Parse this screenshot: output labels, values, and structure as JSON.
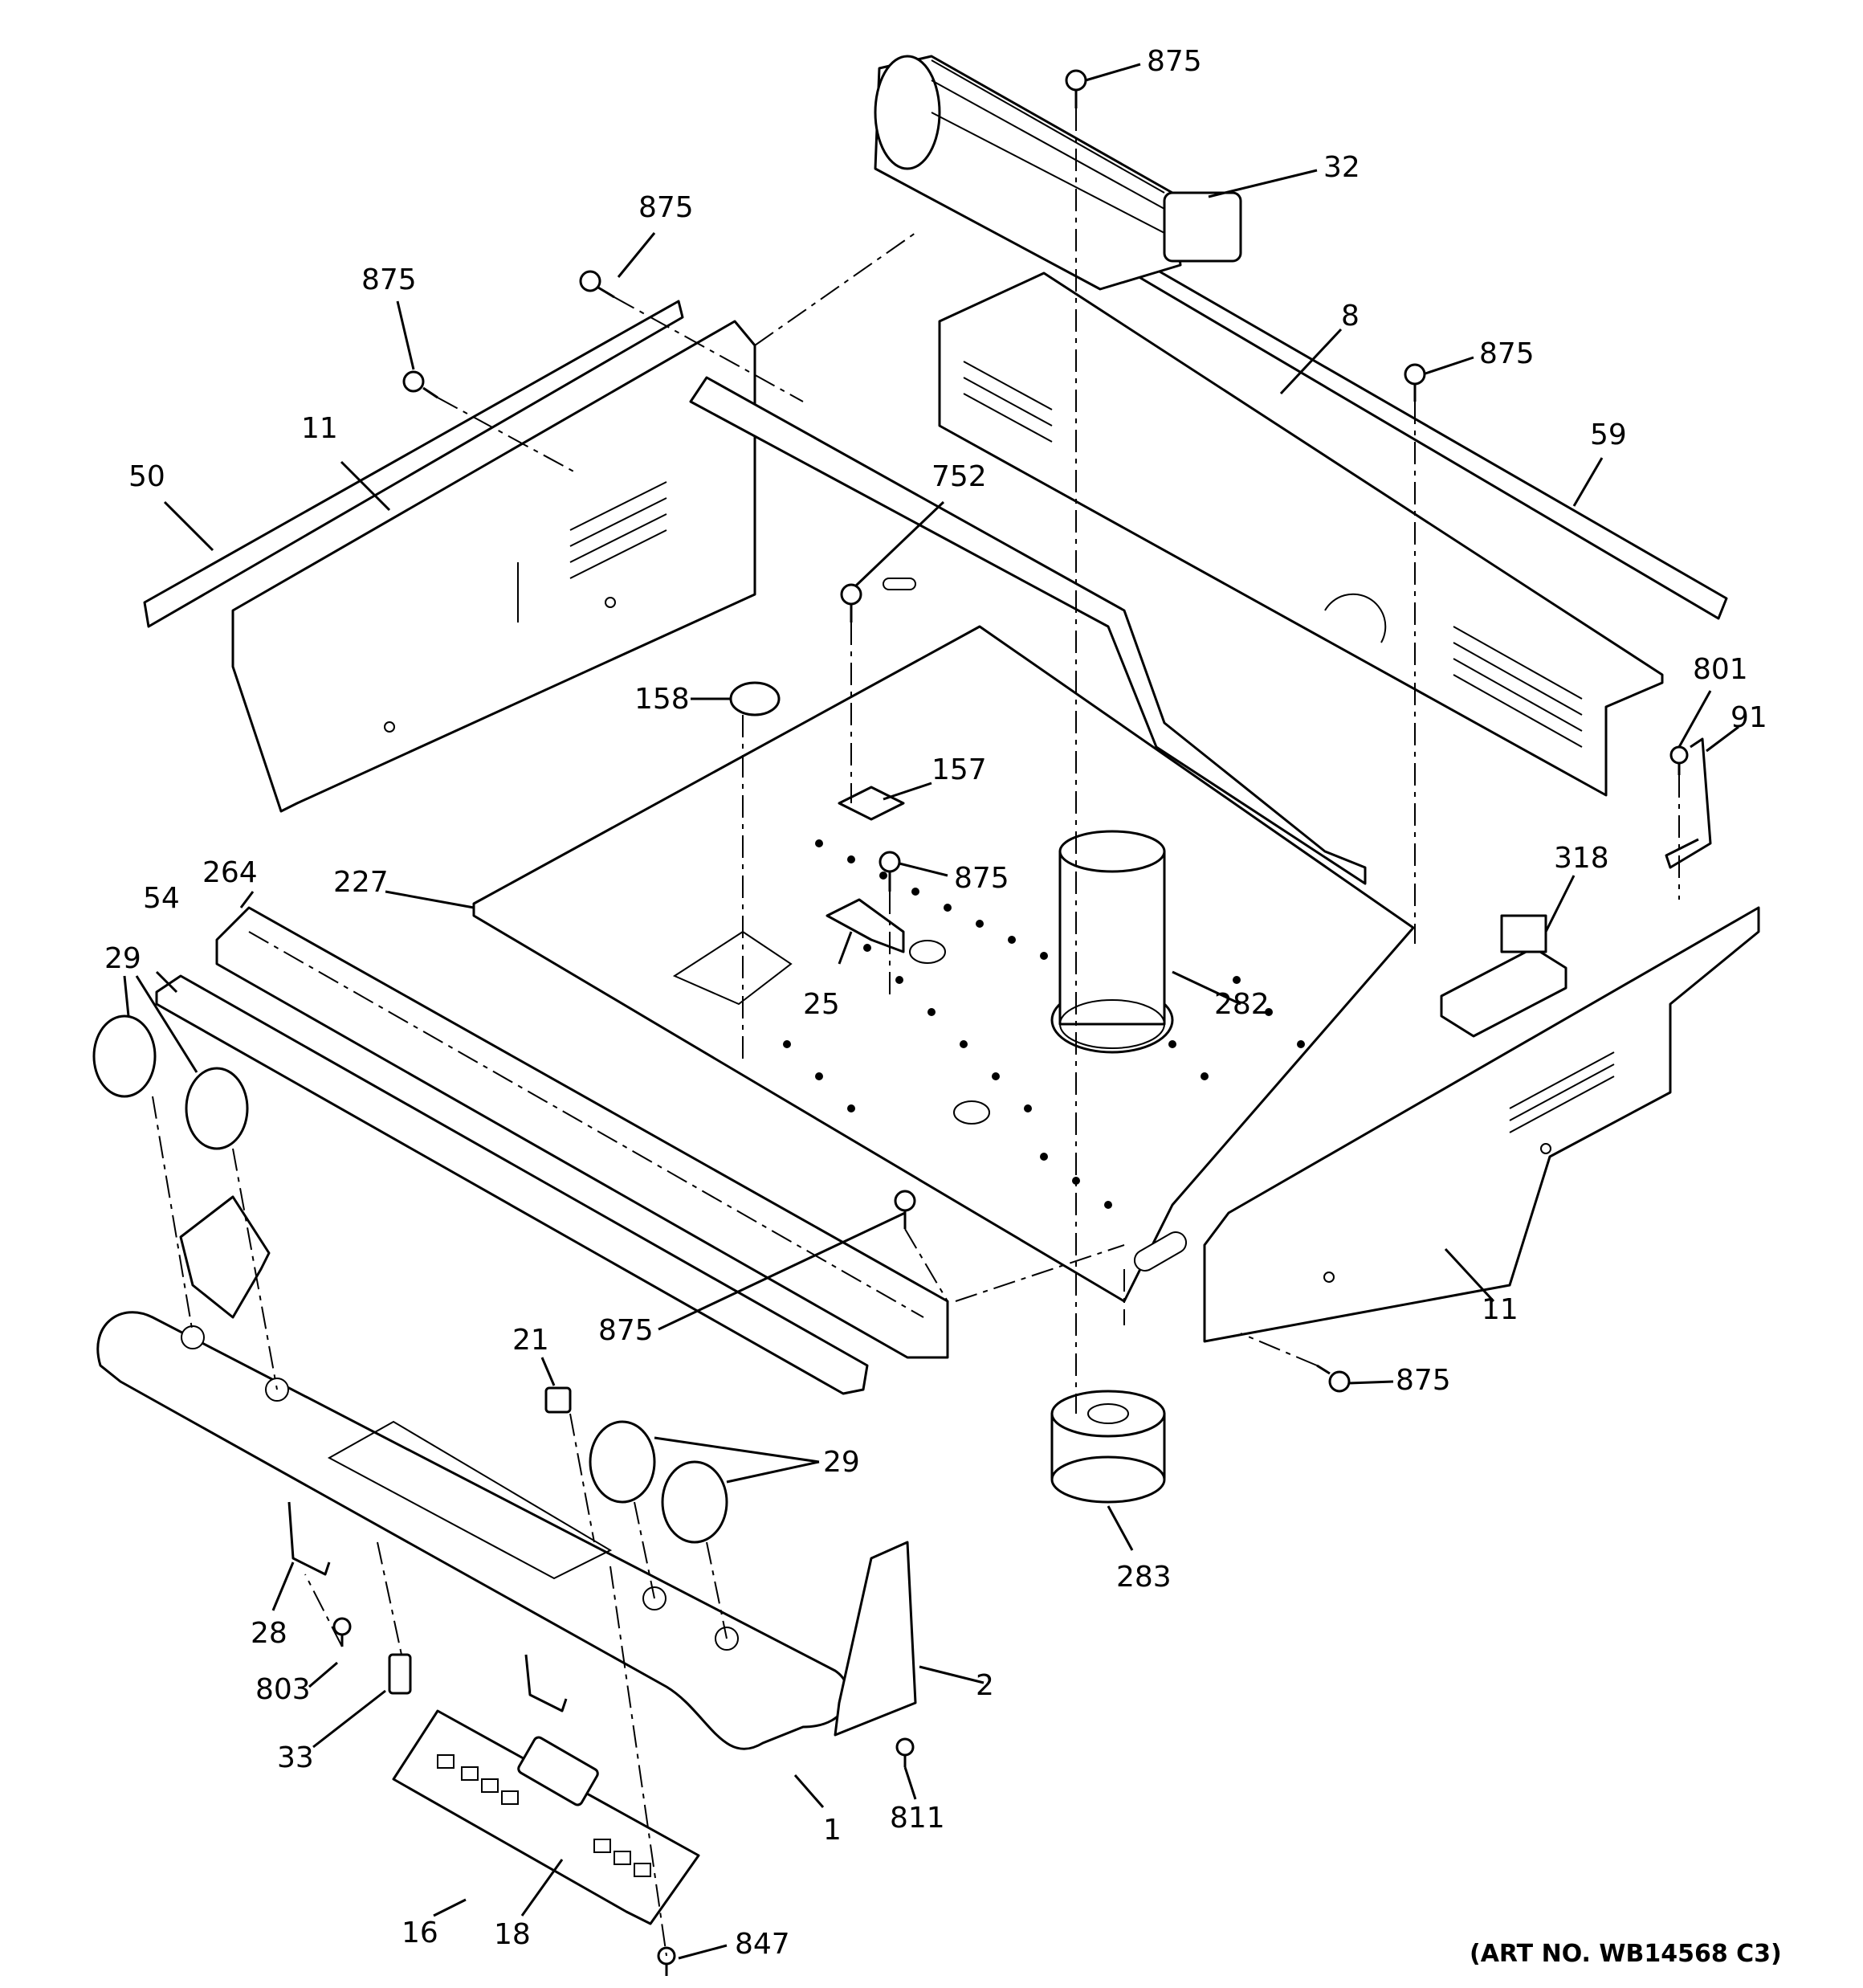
{
  "art_number": "(ART NO. WB14568 C3)",
  "callouts": [
    "875",
    "32",
    "875",
    "875",
    "8",
    "875",
    "59",
    "11",
    "50",
    "752",
    "801",
    "91",
    "158",
    "157",
    "264",
    "227",
    "875",
    "318",
    "54",
    "29",
    "25",
    "282",
    "875",
    "11",
    "21",
    "875",
    "29",
    "283",
    "28",
    "2",
    "803",
    "33",
    "811",
    "1",
    "16",
    "18",
    "847"
  ]
}
